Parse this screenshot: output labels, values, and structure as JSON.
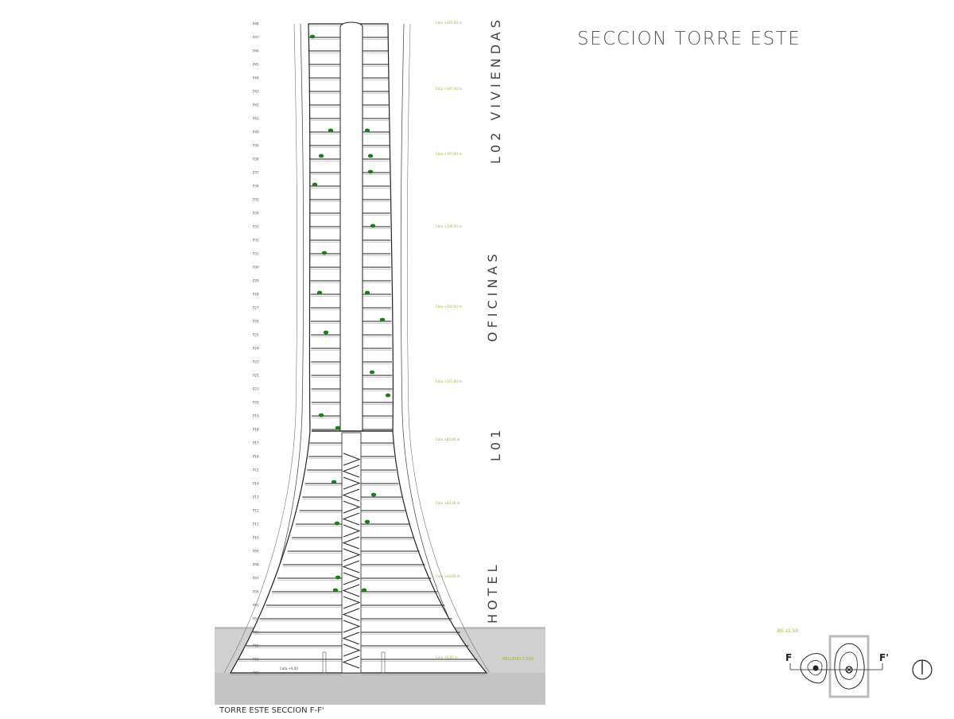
{
  "title": "SECCION TORRE ESTE",
  "caption": "TORRE ESTE SECCION F-F'",
  "zones": [
    {
      "id": "viviendas",
      "label": "L02 VIVIENDAS"
    },
    {
      "id": "oficinas",
      "label": "OFICINAS"
    },
    {
      "id": "l01",
      "label": "L01"
    },
    {
      "id": "hotel",
      "label": "HOTEL"
    }
  ],
  "floors": [
    "P48",
    "P47",
    "P46",
    "P45",
    "P44",
    "P43",
    "P42",
    "P41",
    "P40",
    "P39",
    "P38",
    "P37",
    "P36",
    "P35",
    "P34",
    "P33",
    "P32",
    "P31",
    "P30",
    "P29",
    "P28",
    "P27",
    "P26",
    "P25",
    "P24",
    "P23",
    "P22",
    "P21",
    "P20",
    "P19",
    "P18",
    "P17",
    "P16",
    "P15",
    "P14",
    "P13",
    "P12",
    "P11",
    "P10",
    "P09",
    "P08",
    "P07",
    "P06",
    "P05",
    "P04",
    "P03",
    "P02",
    "P01",
    "P00"
  ],
  "cotas": [
    "Cota +201,60 m",
    "Cota +187,40 m",
    "Cota +167,80 m",
    "Cota +149,00 m",
    "Cota +120,00 m",
    "Cota +101,80 m",
    "Cota +82,80 m",
    "Cota +64,00 m",
    "Cota +32,60 m",
    "Cota +0,00 m"
  ],
  "ground_label": "Cota +0,00",
  "ground_note": "RELLENO 1:500",
  "key_plan": {
    "scale_text": "BS s1.50",
    "left_mark": "F",
    "right_mark": "F'",
    "north_icon": "north-arrow-icon"
  },
  "colors": {
    "line": "#222222",
    "fill": "#ffffff",
    "ground": "#c7c7c7",
    "plant": "#1f7a1f",
    "annotation": "#9ab83a"
  }
}
